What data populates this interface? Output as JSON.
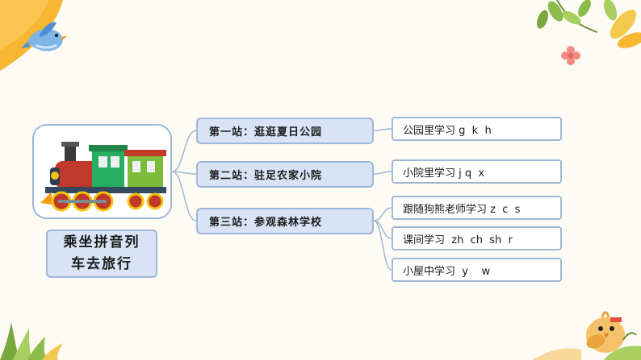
{
  "mindmap": {
    "root": {
      "label": "乘坐拼音列车去旅行",
      "image": "train-illustration"
    },
    "stations": [
      {
        "label": "第一站：逛逛夏日公园",
        "children": [
          {
            "label": "公园里学习 g  k  h"
          }
        ]
      },
      {
        "label": "第二站：驻足农家小院",
        "children": [
          {
            "label": "小院里学习 j q  x"
          }
        ]
      },
      {
        "label": "第三站：参观森林学校",
        "children": [
          {
            "label": "跟随狗熊老师学习 z  c  s"
          },
          {
            "label": "课间学习  zh  ch  sh  r"
          },
          {
            "label": "小屋中学习  y    w"
          }
        ]
      }
    ]
  },
  "decorations": [
    "bird-icon",
    "leaf-branch-icon",
    "flower-icon",
    "chick-icon",
    "grass-icon"
  ],
  "colors": {
    "node_fill": "#d8e4f6",
    "node_border": "#9fb7d6",
    "connector": "#9fb7d6",
    "background": "#fdfbf3",
    "corner_yellow": "#f7b733"
  }
}
